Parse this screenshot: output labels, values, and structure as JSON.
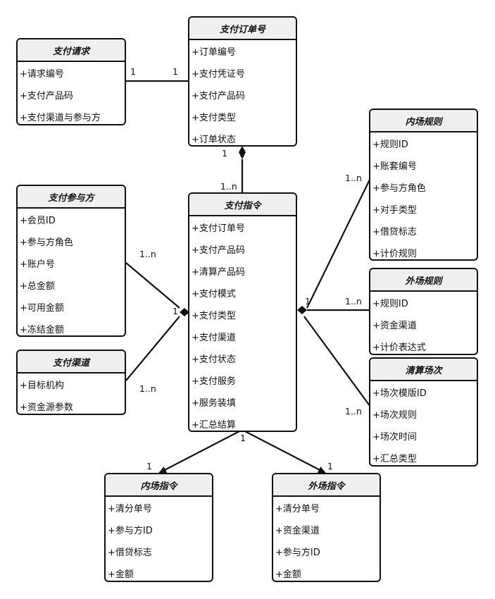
{
  "classes": {
    "pay_request": {
      "title": "支付请求",
      "attrs": [
        "+请求编号",
        "+支付产品码",
        "+支付渠道与参与方"
      ]
    },
    "pay_order": {
      "title": "支付订单号",
      "attrs": [
        "+订单编号",
        "+支付凭证号",
        "+支付产品码",
        "+支付类型",
        "+订单状态"
      ]
    },
    "pay_participant": {
      "title": "支付参与方",
      "attrs": [
        "+会员ID",
        "+参与方角色",
        "+账户号",
        "+总金额",
        "+可用金额",
        "+冻结金额"
      ]
    },
    "pay_channel": {
      "title": "支付渠道",
      "attrs": [
        "+目标机构",
        "+资金源参数"
      ]
    },
    "pay_instruction": {
      "title": "支付指令",
      "attrs": [
        "+支付订单号",
        "+支付产品码",
        "+清算产品码",
        "+支付模式",
        "+支付类型",
        "+支付渠道",
        "+支付状态",
        "+支付服务",
        "+服务装填",
        "+汇总结算"
      ]
    },
    "inner_rule": {
      "title": "内场规则",
      "attrs": [
        "+规则ID",
        "+账套编号",
        "+参与方角色",
        "+对手类型",
        "+借贷标志",
        "+计价规则"
      ]
    },
    "outer_rule": {
      "title": "外场规则",
      "attrs": [
        "+规则ID",
        "+资金渠道",
        "+计价表达式"
      ]
    },
    "clearing_session": {
      "title": "清算场次",
      "attrs": [
        "+场次模版ID",
        "+场次规则",
        "+场次时间",
        "+汇总类型"
      ]
    },
    "inner_instruction": {
      "title": "内场指令",
      "attrs": [
        "+清分单号",
        "+参与方ID",
        "+借贷标志",
        "+金额"
      ]
    },
    "outer_instruction": {
      "title": "外场指令",
      "attrs": [
        "+清分单号",
        "+资金渠道",
        "+参与方ID",
        "+金额"
      ]
    }
  },
  "multiplicities": {
    "request_left": "1",
    "request_right": "1",
    "order_bottom": "1",
    "instruction_top": "1..n",
    "participant_n": "1..n",
    "channel_n": "1..n",
    "left_diamond_1": "1",
    "inner_rule_n": "1..n",
    "outer_rule_n": "1..n",
    "right_diamond_1": "1",
    "session_n": "1..n",
    "instruction_bottom": "1",
    "inner_instruction_1": "1",
    "outer_instruction_1": "1"
  }
}
